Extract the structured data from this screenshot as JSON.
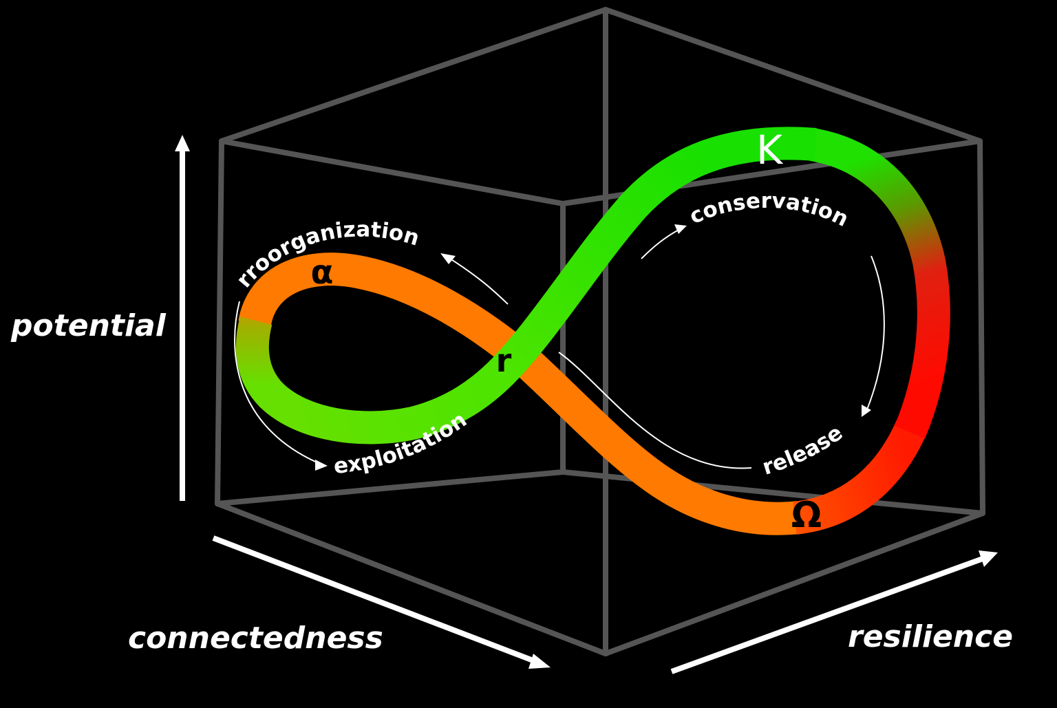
{
  "axes": {
    "vertical": "potential",
    "horizontal_left": "connectedness",
    "horizontal_right": "resilience"
  },
  "phases": {
    "reorganization": "rroorganization",
    "exploitation": "exploitation",
    "conservation": "conservation",
    "release": "release"
  },
  "symbols": {
    "alpha": "α",
    "r": "r",
    "k": "K",
    "omega": "Ω"
  },
  "colors": {
    "background": "#000000",
    "box_lines": "#555555",
    "arrows": "#ffffff",
    "growth_green": "#22e000",
    "exploitation_green": "#66e000",
    "orange": "#ff7a00",
    "release_red": "#ff0a00",
    "symbol_dark": "#000000",
    "symbol_white": "#ffffff"
  },
  "icons": {
    "potential_axis": "arrow-up-icon",
    "connectedness_axis": "arrow-down-right-icon",
    "resilience_axis": "arrow-up-right-icon"
  }
}
